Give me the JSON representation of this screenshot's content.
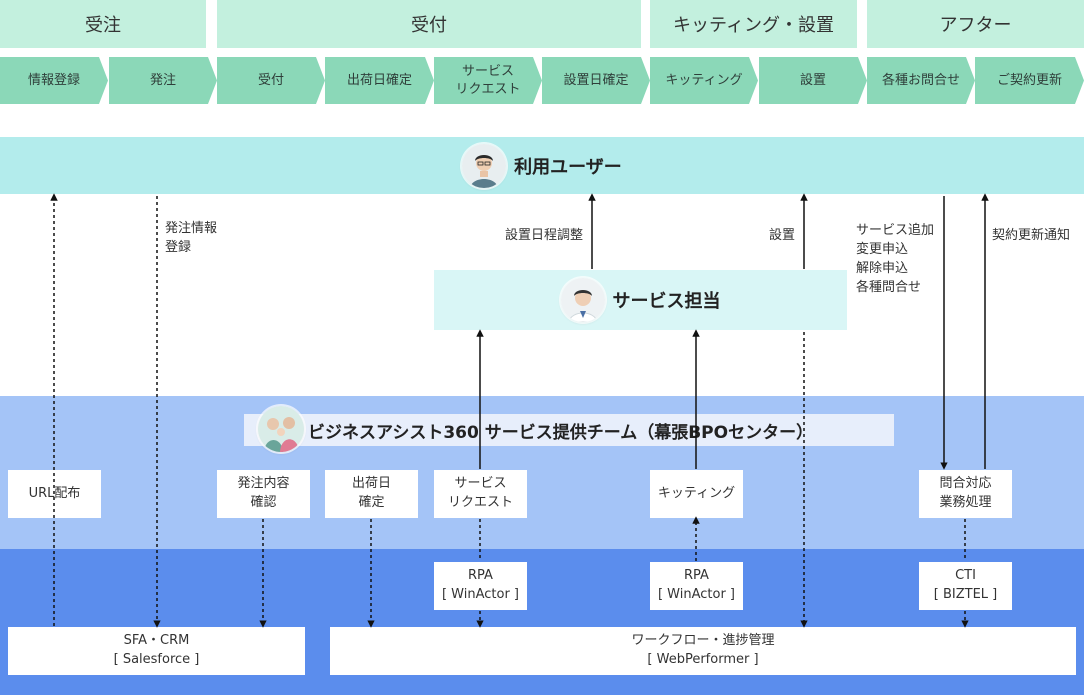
{
  "phases": [
    {
      "label": "受注"
    },
    {
      "label": "受付"
    },
    {
      "label": "キッティング・設置"
    },
    {
      "label": "アフター"
    }
  ],
  "steps": [
    {
      "label": "情報登録"
    },
    {
      "label": "発注"
    },
    {
      "label": "受付"
    },
    {
      "label": "出荷日確定"
    },
    {
      "label": "サービス\nリクエスト"
    },
    {
      "label": "設置日確定"
    },
    {
      "label": "キッティング"
    },
    {
      "label": "設置"
    },
    {
      "label": "各種お問合せ"
    },
    {
      "label": "ご契約更新"
    }
  ],
  "user_band": {
    "label": "利用ユーザー"
  },
  "service_staff": {
    "label": "サービス担当"
  },
  "team": {
    "label": "ビジネスアシスト360 サービス提供チーム（幕張BPOセンター）"
  },
  "arrow_notes": {
    "order_info": "発注情報\n登録",
    "schedule": "設置日程調整",
    "install": "設置",
    "requests": "サービス追加\n変更申込\n解除申込\n各種問合せ",
    "renewal": "契約更新通知"
  },
  "team_tasks": {
    "url": "URL配布",
    "order_check": "発注内容\n確認",
    "ship_date": "出荷日\n確定",
    "service_request": "サービス\nリクエスト",
    "kitting": "キッティング",
    "inquiry": "問合対応\n業務処理"
  },
  "tools": {
    "rpa1": "RPA\n[ WinActor ]",
    "rpa2": "RPA\n[ WinActor ]",
    "cti": "CTI\n[ BIZTEL ]"
  },
  "systems": {
    "sfa": "SFA・CRM\n[ Salesforce ]",
    "workflow": "ワークフロー・進捗管理\n[ WebPerformer ]"
  },
  "colors": {
    "phase_bg": "#c3f0de",
    "step_bg": "#8bd8b8",
    "user_band_bg": "#b3ecec",
    "service_box_bg": "#d9f6f6",
    "team_band_bg": "#a4c4f7",
    "system_band_bg": "#5b8ded"
  }
}
